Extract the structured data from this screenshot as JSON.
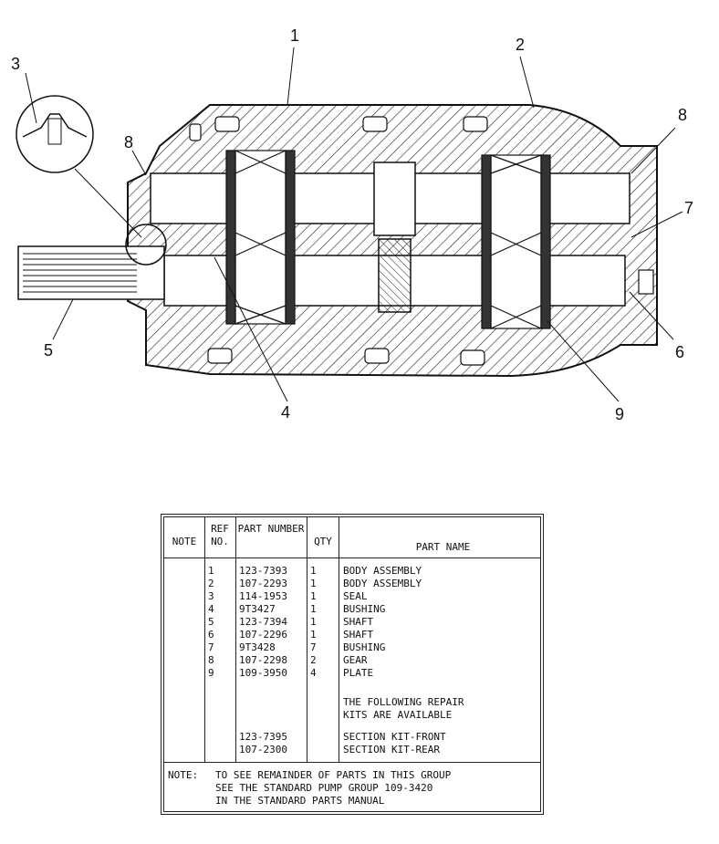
{
  "diagram": {
    "callouts": [
      "1",
      "2",
      "3",
      "4",
      "5",
      "6",
      "7",
      "8",
      "8",
      "9"
    ]
  },
  "table": {
    "headers": {
      "note": "NOTE",
      "ref": "REF NO.",
      "part_number": "PART NUMBER",
      "qty": "QTY",
      "part_name": "PART NAME"
    },
    "rows": [
      {
        "ref": "1",
        "part_number": "123-7393",
        "qty": "1",
        "name": "BODY ASSEMBLY"
      },
      {
        "ref": "2",
        "part_number": "107-2293",
        "qty": "1",
        "name": "BODY ASSEMBLY"
      },
      {
        "ref": "3",
        "part_number": "114-1953",
        "qty": "1",
        "name": "SEAL"
      },
      {
        "ref": "4",
        "part_number": "9T3427",
        "qty": "1",
        "name": "BUSHING"
      },
      {
        "ref": "5",
        "part_number": "123-7394",
        "qty": "1",
        "name": "SHAFT"
      },
      {
        "ref": "6",
        "part_number": "107-2296",
        "qty": "1",
        "name": "SHAFT"
      },
      {
        "ref": "7",
        "part_number": "9T3428",
        "qty": "7",
        "name": "BUSHING"
      },
      {
        "ref": "8",
        "part_number": "107-2298",
        "qty": "2",
        "name": "GEAR"
      },
      {
        "ref": "9",
        "part_number": "109-3950",
        "qty": "4",
        "name": "PLATE"
      }
    ],
    "kits_text_1": "THE FOLLOWING REPAIR",
    "kits_text_2": "KITS ARE AVAILABLE",
    "kits": [
      {
        "part_number": "123-7395",
        "name": "SECTION KIT-FRONT"
      },
      {
        "part_number": "107-2300",
        "name": "SECTION KIT-REAR"
      }
    ],
    "note_label": "NOTE:",
    "note_lines": [
      "TO SEE REMAINDER OF PARTS IN THIS GROUP",
      "SEE THE STANDARD PUMP GROUP 109-3420",
      "IN THE STANDARD PARTS MANUAL"
    ]
  }
}
